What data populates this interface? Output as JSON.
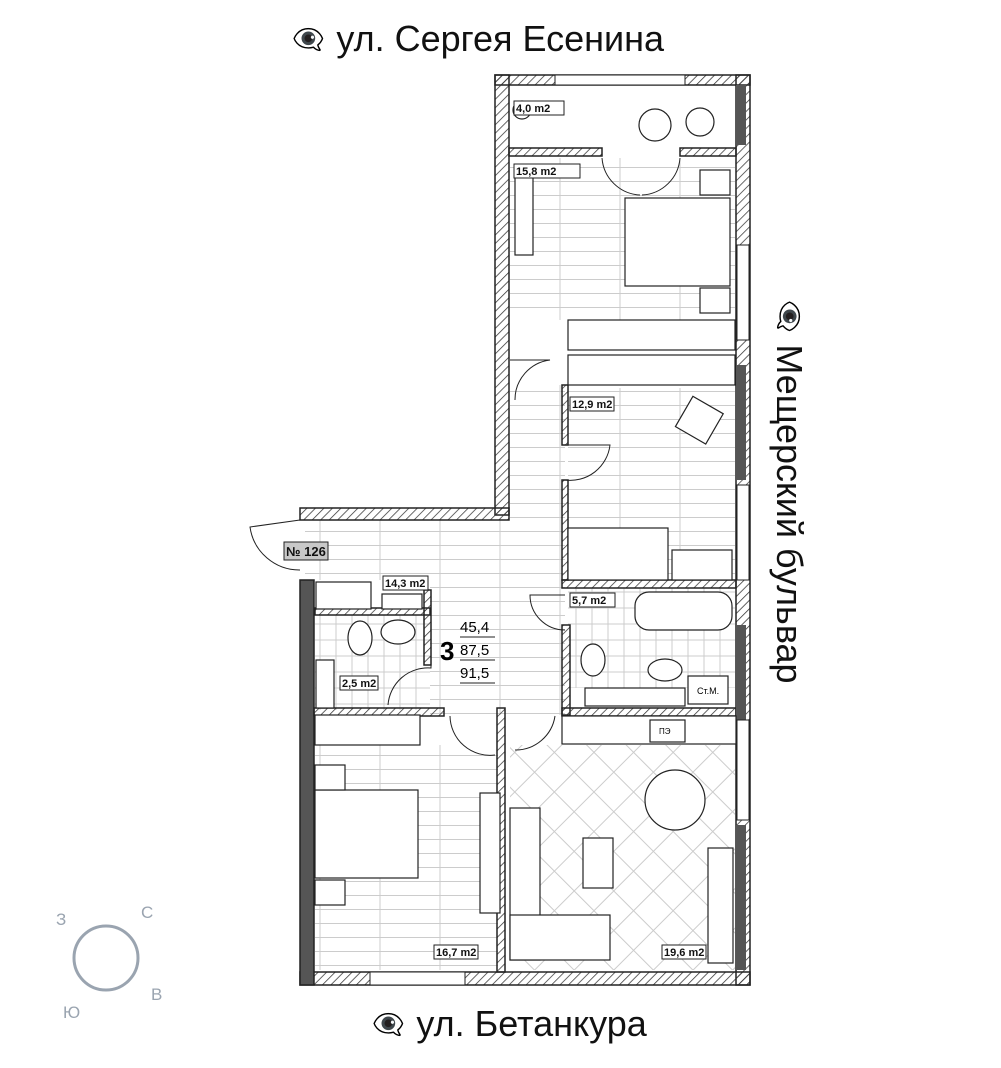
{
  "streets": {
    "top": "ул. Сергея Есенина",
    "bottom": "ул. Бетанкура",
    "right": "Мещерский бульвар"
  },
  "apartment": {
    "number": "№ 126",
    "rooms": "3",
    "living_area": "45,4",
    "total_area": "87,5",
    "total_with_balcony": "91,5"
  },
  "room_areas": {
    "balcony": "4,0 m2",
    "bedroom_north": "15,8 m2",
    "bedroom_middle": "12,9 m2",
    "hall": "14,3 m2",
    "bathroom": "5,7 m2",
    "wc": "2,5 m2",
    "bedroom_south": "16,7 m2",
    "kitchen_living": "19,6 m2"
  },
  "fixtures": {
    "washing_machine": "Ст.М.",
    "electric_stove": "ПЭ"
  },
  "compass": {
    "north": "С",
    "east": "В",
    "south": "Ю",
    "west": "З"
  },
  "colors": {
    "wall": "#555555",
    "line": "#222222",
    "compass": "#9aa4b0",
    "floor": "#f7f7f7"
  }
}
